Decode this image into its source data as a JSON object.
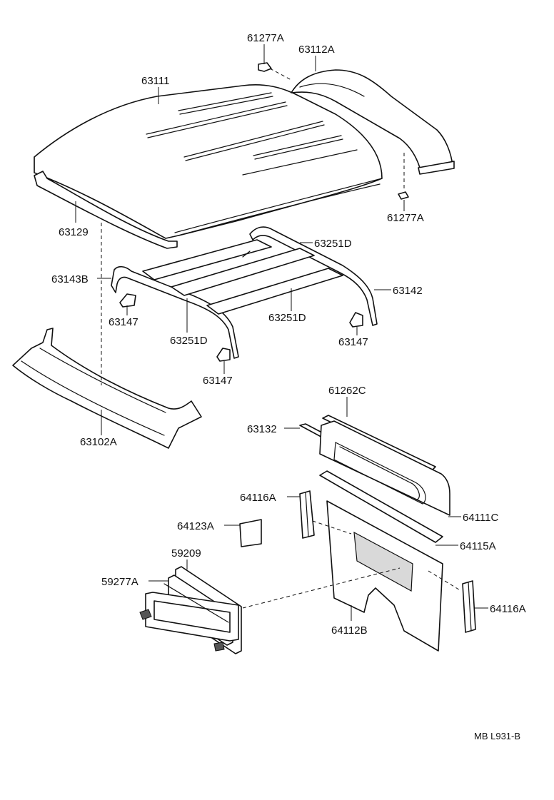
{
  "diagram": {
    "labels": {
      "p61277a_top": "61277A",
      "p63112a": "63112A",
      "p63111": "63111",
      "p61277a_right": "61277A",
      "p63129": "63129",
      "p63251d_top": "63251D",
      "p63143b": "63143B",
      "p63142": "63142",
      "p63147_left": "63147",
      "p63147_right": "63147",
      "p63251d_mid": "63251D",
      "p63251d_low": "63251D",
      "p63147_bottom": "63147",
      "p63102a": "63102A",
      "p61262c": "61262C",
      "p63132": "63132",
      "p64116a_left": "64116A",
      "p64111c": "64111C",
      "p64123a": "64123A",
      "p64115a": "64115A",
      "p59209": "59209",
      "p59277a": "59277A",
      "p64116a_right": "64116A",
      "p64112b": "64112B"
    },
    "drawing_code": "MB  L931-B"
  }
}
